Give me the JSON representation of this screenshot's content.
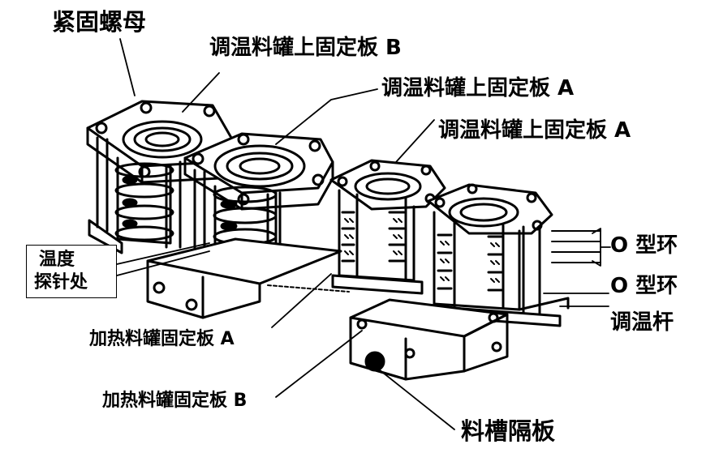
{
  "labels": {
    "lock_nut": "紧固螺母",
    "upper_plate_b": "调温料罐上固定板 B",
    "upper_plate_a1": "调温料罐上固定板 A",
    "upper_plate_a2": "调温料罐上固定板 A",
    "o_ring_1": "O 型环",
    "o_ring_2": "O 型环",
    "temp_rod": "调温杆",
    "probe_line1": "温度",
    "probe_line2": "探针处",
    "heating_plate_a": "加热料罐固定板 A",
    "heating_plate_b": "加热料罐固定板 B",
    "trough_divider": "料槽隔板"
  }
}
